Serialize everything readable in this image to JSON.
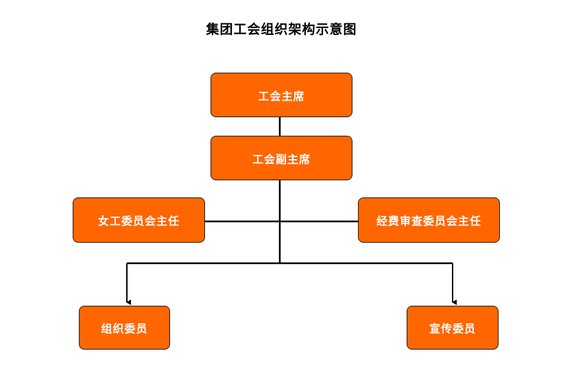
{
  "title": "集团工会组织架构示意图",
  "colors": {
    "node_fill": "#FF6600",
    "node_border": "#1a1a1a",
    "node_text": "#ffffff",
    "connector": "#000000"
  },
  "nodes": {
    "chairman": "工会主席",
    "vice_chairman": "工会副主席",
    "women_committee_director": "女工委员会主任",
    "audit_committee_director": "经费审查委员会主任",
    "organization_member": "组织委员",
    "publicity_member": "宣传委员"
  }
}
